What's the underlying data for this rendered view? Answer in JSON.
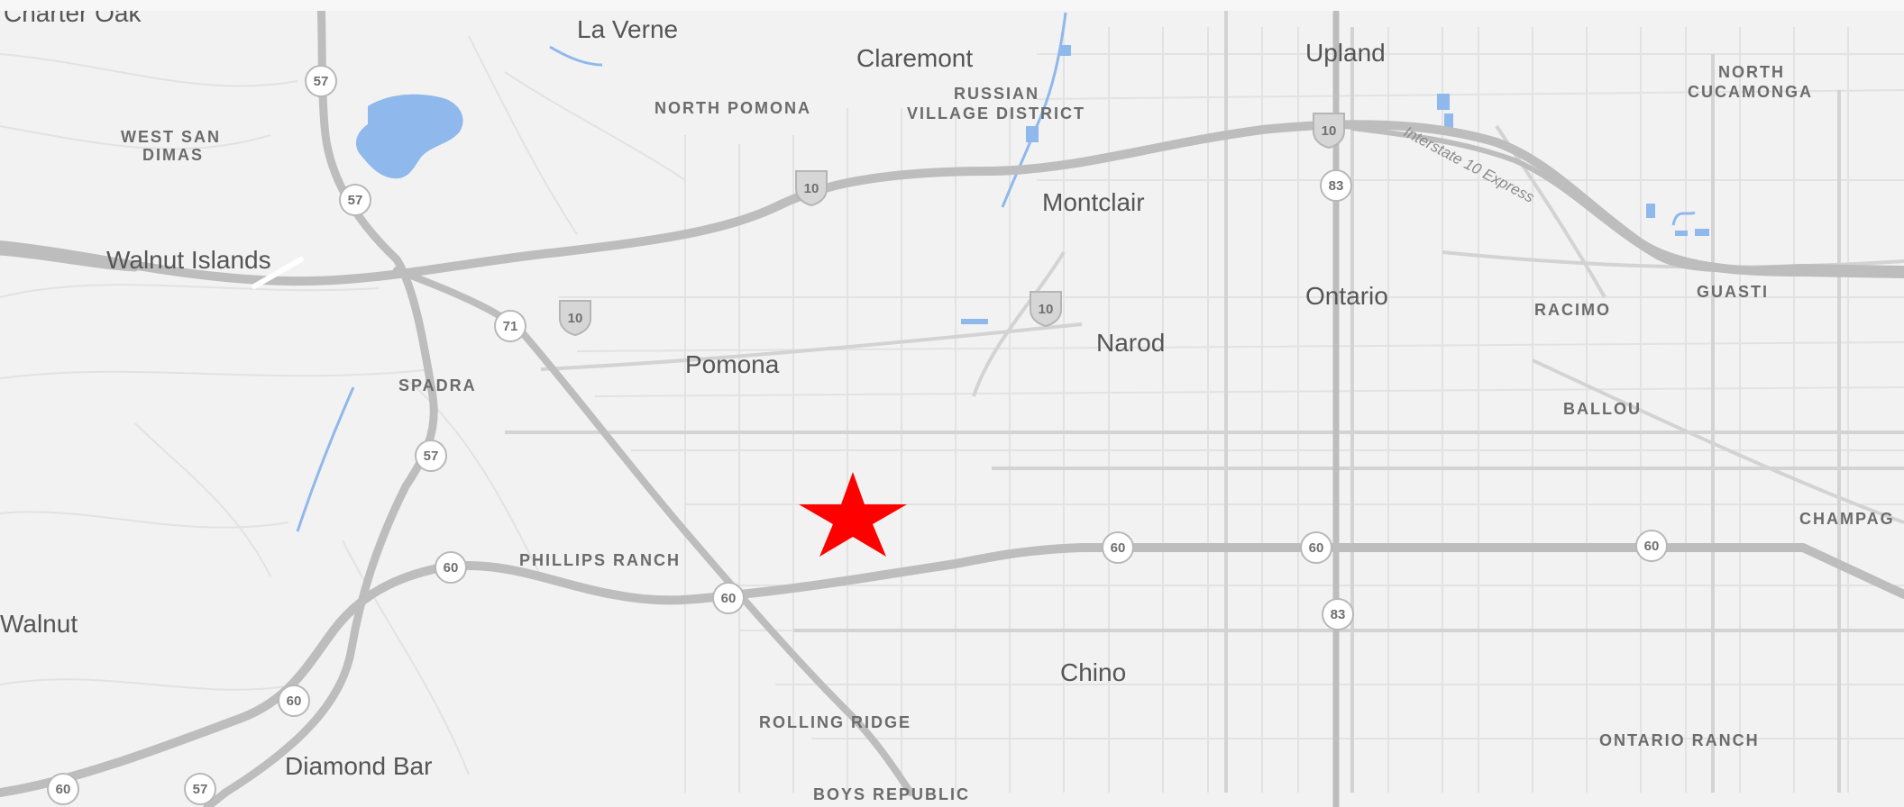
{
  "map": {
    "colors": {
      "background": "#f2f2f2",
      "road_major": "#bdbdbd",
      "road_minor": "#e2e2e2",
      "water": "#8fb8ec",
      "marker": "#ff0000"
    },
    "marker": {
      "icon": "star-icon",
      "color": "#ff0000"
    },
    "city_labels": [
      {
        "id": "charter-oak",
        "text": "Charter Oak"
      },
      {
        "id": "la-verne",
        "text": "La Verne"
      },
      {
        "id": "claremont",
        "text": "Claremont"
      },
      {
        "id": "upland",
        "text": "Upland"
      },
      {
        "id": "walnut-islands",
        "text": "Walnut Islands"
      },
      {
        "id": "montclair",
        "text": "Montclair"
      },
      {
        "id": "ontario",
        "text": "Ontario"
      },
      {
        "id": "pomona",
        "text": "Pomona"
      },
      {
        "id": "narod",
        "text": "Narod"
      },
      {
        "id": "walnut",
        "text": "Walnut"
      },
      {
        "id": "chino",
        "text": "Chino"
      },
      {
        "id": "diamond-bar",
        "text": "Diamond Bar"
      }
    ],
    "neighborhood_labels": [
      {
        "id": "north-pomona",
        "text": "NORTH POMONA"
      },
      {
        "id": "russian-1",
        "text": "RUSSIAN"
      },
      {
        "id": "russian-2",
        "text": "VILLAGE DISTRICT"
      },
      {
        "id": "west-san-1",
        "text": "WEST SAN"
      },
      {
        "id": "west-san-2",
        "text": "DIMAS"
      },
      {
        "id": "north-cuc-1",
        "text": "NORTH"
      },
      {
        "id": "north-cuc-2",
        "text": "CUCAMONGA"
      },
      {
        "id": "racimo",
        "text": "RACIMO"
      },
      {
        "id": "guasti",
        "text": "GUASTI"
      },
      {
        "id": "spadra",
        "text": "SPADRA"
      },
      {
        "id": "ballou",
        "text": "BALLOU"
      },
      {
        "id": "phillips-ranch",
        "text": "PHILLIPS RANCH"
      },
      {
        "id": "champagne",
        "text": "CHAMPAG"
      },
      {
        "id": "rolling-ridge",
        "text": "ROLLING RIDGE"
      },
      {
        "id": "ontario-ranch",
        "text": "ONTARIO RANCH"
      },
      {
        "id": "boys-republic",
        "text": "BOYS REPUBLIC"
      }
    ],
    "road_labels": [
      {
        "id": "interstate-10-express",
        "text": "Interstate 10 Express"
      }
    ],
    "shields": [
      {
        "id": "s57-a",
        "type": "state",
        "number": "57"
      },
      {
        "id": "s57-b",
        "type": "state",
        "number": "57"
      },
      {
        "id": "s57-c",
        "type": "state",
        "number": "57"
      },
      {
        "id": "s57-d",
        "type": "state",
        "number": "57"
      },
      {
        "id": "s71",
        "type": "state",
        "number": "71"
      },
      {
        "id": "s83-a",
        "type": "state",
        "number": "83"
      },
      {
        "id": "s83-b",
        "type": "state",
        "number": "83"
      },
      {
        "id": "s60-a",
        "type": "state",
        "number": "60"
      },
      {
        "id": "s60-b",
        "type": "state",
        "number": "60"
      },
      {
        "id": "s60-c",
        "type": "state",
        "number": "60"
      },
      {
        "id": "s60-d",
        "type": "state",
        "number": "60"
      },
      {
        "id": "s60-e",
        "type": "state",
        "number": "60"
      },
      {
        "id": "s60-f",
        "type": "state",
        "number": "60"
      },
      {
        "id": "s60-g",
        "type": "state",
        "number": "60"
      },
      {
        "id": "i10-a",
        "type": "interstate",
        "number": "10"
      },
      {
        "id": "i10-b",
        "type": "interstate",
        "number": "10"
      },
      {
        "id": "i10-c",
        "type": "interstate",
        "number": "10"
      },
      {
        "id": "i10-d",
        "type": "interstate",
        "number": "10"
      }
    ]
  }
}
